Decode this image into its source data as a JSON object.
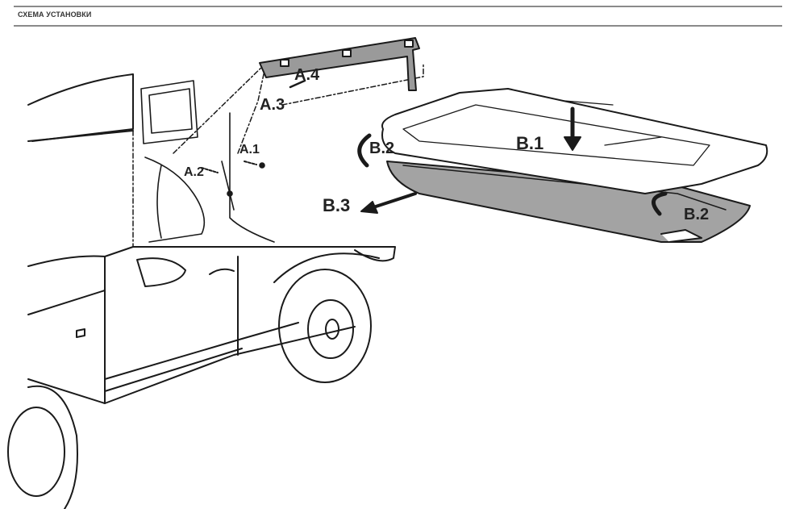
{
  "header": {
    "title": "СХЕМА УСТАНОВКИ"
  },
  "diagram": {
    "labels": {
      "a1": "A.1",
      "a2": "A.2",
      "a3": "A.3",
      "a4": "A.4",
      "b1": "B.1",
      "b2_left": "B.2",
      "b2_right": "B.2",
      "b3": "B.3"
    }
  }
}
